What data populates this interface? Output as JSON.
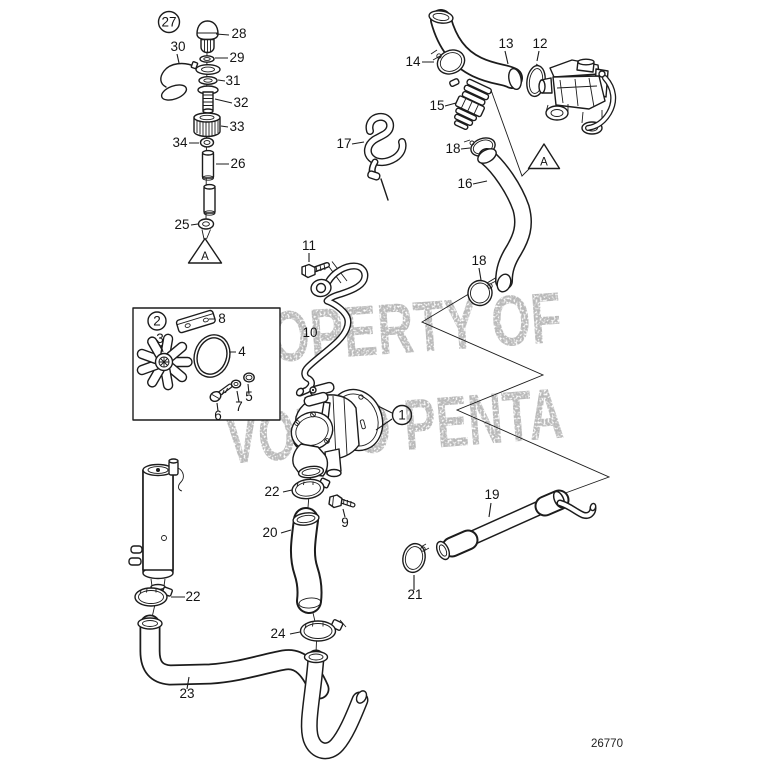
{
  "diagram": {
    "watermark": [
      "PROPERTY OF",
      "VOLVO PENTA"
    ],
    "drawing_number": "26770",
    "warning_label": "A",
    "callouts": {
      "c1": "1",
      "c2": "2",
      "c3": "3",
      "c4": "4",
      "c5": "5",
      "c6": "6",
      "c7": "7",
      "c8": "8",
      "c9": "9",
      "c10": "10",
      "c11": "11",
      "c12": "12",
      "c13": "13",
      "c14": "14",
      "c15": "15",
      "c16": "16",
      "c17": "17",
      "c18a": "18",
      "c18b": "18",
      "c19": "19",
      "c20": "20",
      "c21": "21",
      "c22a": "22",
      "c22b": "22",
      "c23": "23",
      "c24": "24",
      "c25": "25",
      "c26": "26",
      "c27": "27",
      "c28": "28",
      "c29": "29",
      "c30": "30",
      "c31": "31",
      "c32": "32",
      "c33": "33",
      "c34": "34"
    }
  }
}
